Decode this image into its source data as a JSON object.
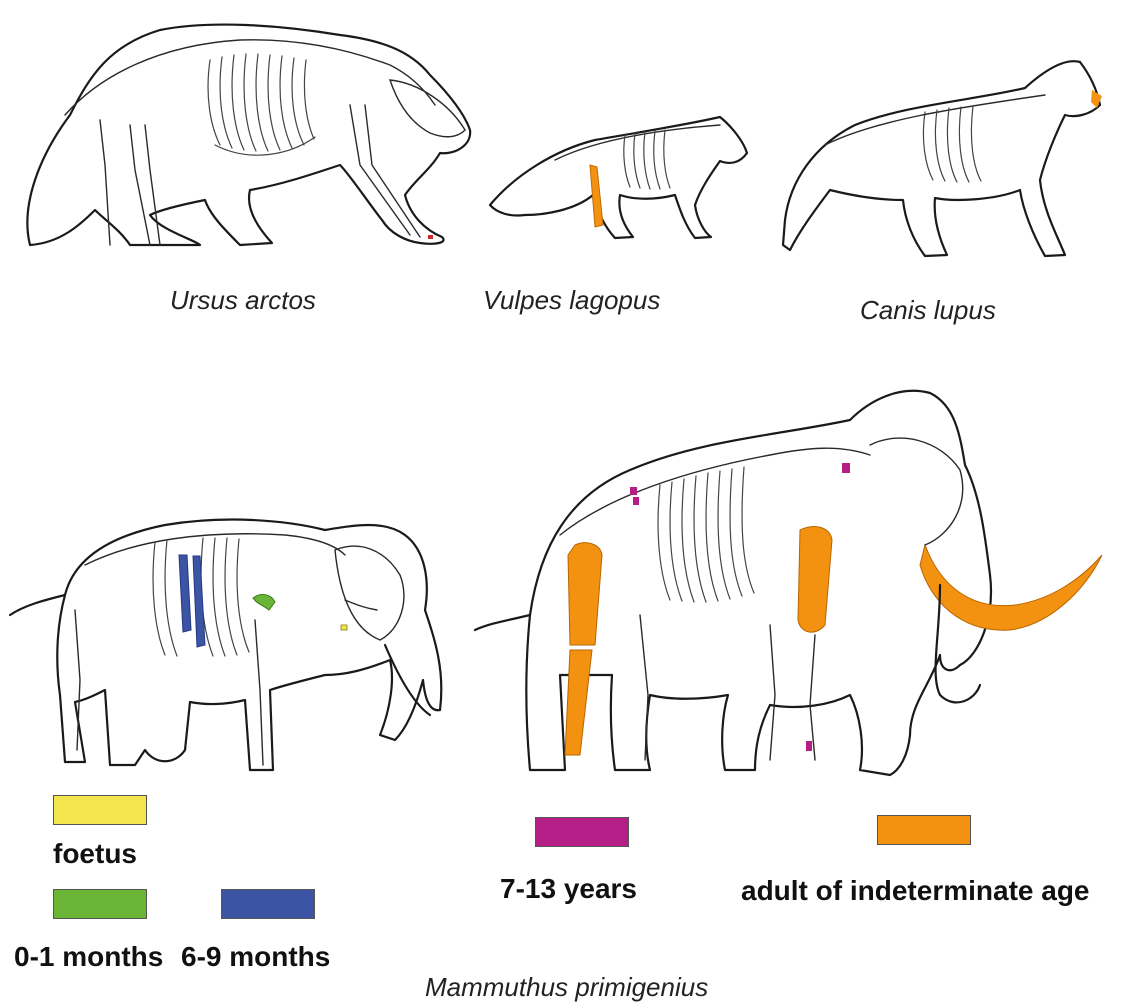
{
  "species": {
    "ursus": "Ursus arctos",
    "vulpes": "Vulpes lagopus",
    "canis": "Canis lupus",
    "mammuthus": "Mammuthus primigenius"
  },
  "legend": {
    "foetus": {
      "label": "foetus",
      "color": "#f3e54e"
    },
    "months_0_1": {
      "label": "0-1 months",
      "color": "#6ab535"
    },
    "months_6_9": {
      "label": "6-9 months",
      "color": "#3b55a4"
    },
    "years_7_13": {
      "label": "7-13 years",
      "color": "#b51e86"
    },
    "adult": {
      "label": "adult of indeterminate age",
      "color": "#f39211"
    }
  }
}
